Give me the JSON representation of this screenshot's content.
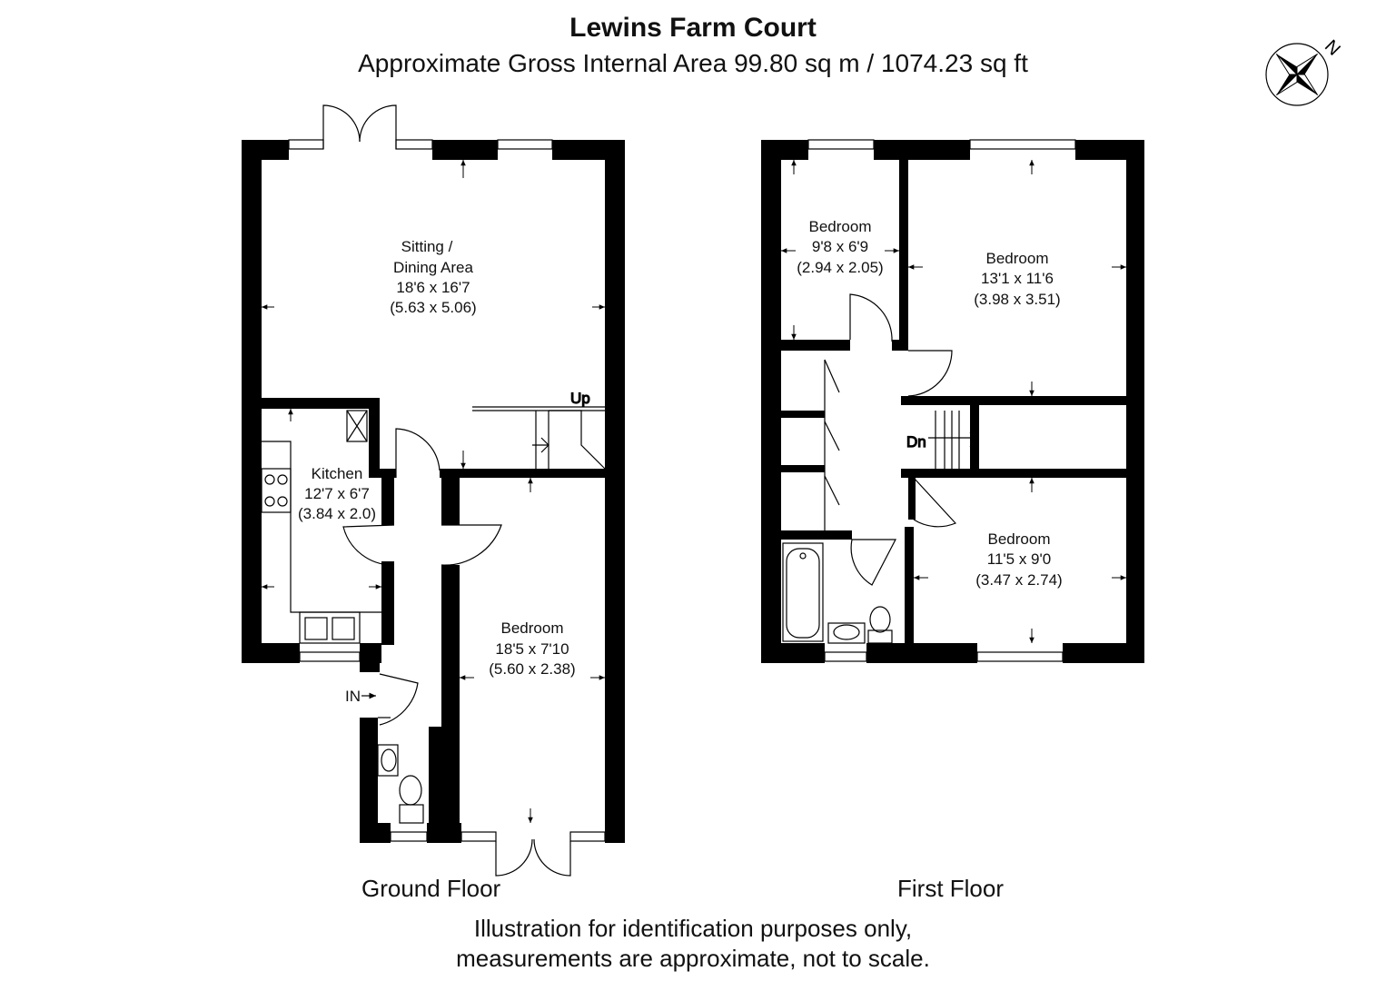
{
  "header": {
    "title": "Lewins Farm Court",
    "subtitle": "Approximate Gross Internal Area 99.80 sq m / 1074.23 sq ft"
  },
  "compass": {
    "label": "N",
    "icon": "compass-rose-icon"
  },
  "ground_floor": {
    "label": "Ground Floor",
    "rooms": {
      "sitting": {
        "name_line1": "Sitting /",
        "name_line2": "Dining Area",
        "imperial": "18'6 x 16'7",
        "metric": "(5.63 x 5.06)"
      },
      "kitchen": {
        "name": "Kitchen",
        "imperial": "12'7 x 6'7",
        "metric": "(3.84 x 2.0)"
      },
      "bedroom": {
        "name": "Bedroom",
        "imperial": "18'5 x 7'10",
        "metric": "(5.60 x 2.38)"
      }
    },
    "stairs_label": "Up",
    "entrance_label": "IN"
  },
  "first_floor": {
    "label": "First Floor",
    "rooms": {
      "bedroom1": {
        "name": "Bedroom",
        "imperial": "9'8 x 6'9",
        "metric": "(2.94 x 2.05)"
      },
      "bedroom2": {
        "name": "Bedroom",
        "imperial": "13'1 x 11'6",
        "metric": "(3.98 x 3.51)"
      },
      "bedroom3": {
        "name": "Bedroom",
        "imperial": "11'5 x 9'0",
        "metric": "(3.47 x 2.74)"
      }
    },
    "stairs_label": "Dn"
  },
  "disclaimer": {
    "line1": "Illustration for identification purposes only,",
    "line2": "measurements are approximate, not to scale."
  }
}
